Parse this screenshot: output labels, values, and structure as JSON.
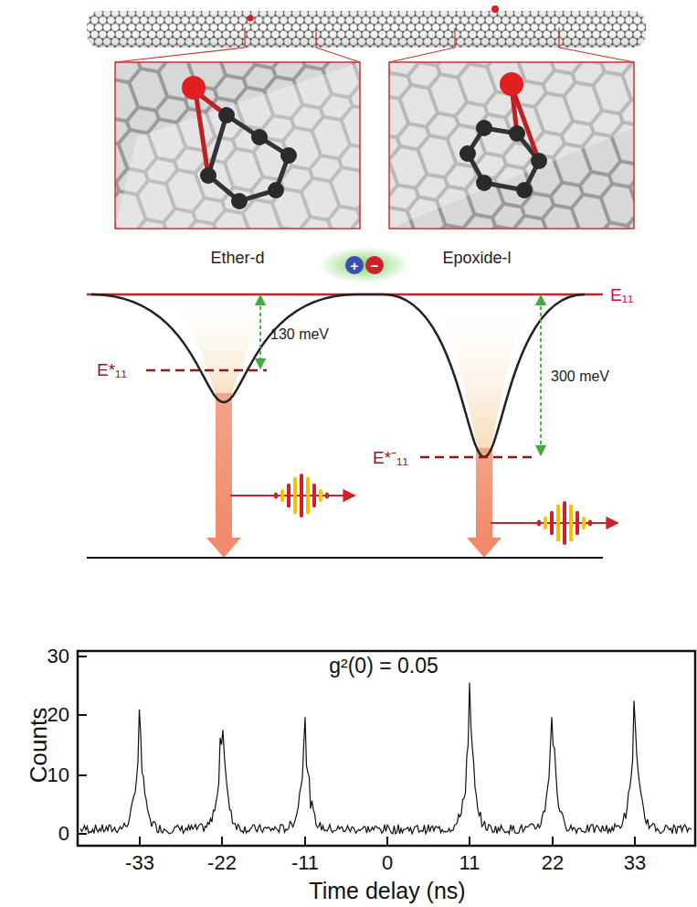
{
  "diagram": {
    "labels": [
      "Ether-d",
      "Epoxide-l",
      "E₁₁",
      "130 meV",
      "300 meV",
      "E*₁₁",
      "E*⁻₁₁",
      "+",
      "−",
      "g²(0) = 0.05",
      "Counts",
      "Time delay (ns)",
      "0",
      "10",
      "20",
      "30",
      "-33",
      "-22",
      "-11",
      "0",
      "11",
      "22",
      "33"
    ]
  }
}
